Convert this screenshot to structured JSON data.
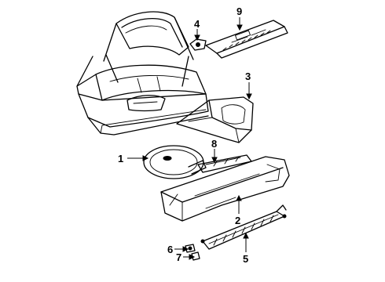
{
  "diagram": {
    "callouts": [
      {
        "id": "1",
        "part": "spare-tire-cover"
      },
      {
        "id": "2",
        "part": "trunk-floor-trim"
      },
      {
        "id": "3",
        "part": "trunk-side-trim"
      },
      {
        "id": "4",
        "part": "lamp-bulb-socket"
      },
      {
        "id": "5",
        "part": "cargo-net"
      },
      {
        "id": "6",
        "part": "retainer"
      },
      {
        "id": "7",
        "part": "retainer-clip"
      },
      {
        "id": "8",
        "part": "sill-scuff-plate"
      },
      {
        "id": "9",
        "part": "rear-shelf-panel"
      }
    ]
  }
}
